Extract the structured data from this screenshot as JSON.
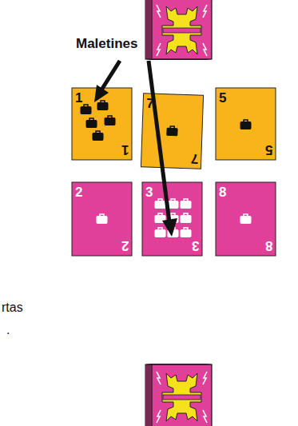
{
  "diagram": {
    "nodes": [
      {
        "text": [
          "1",
          "1"
        ]
      },
      {
        "text": [
          "7",
          "7"
        ]
      },
      {
        "text": [
          "5",
          "5"
        ]
      },
      {
        "text": [
          "2",
          "2"
        ]
      },
      {
        "text": [
          "3",
          "3"
        ]
      },
      {
        "text": [
          "8",
          "8"
        ]
      }
    ],
    "labels": [
      "Maletines",
      "rtas",
      "."
    ]
  }
}
